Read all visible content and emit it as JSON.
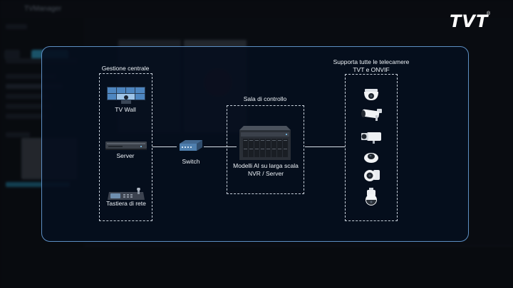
{
  "logo": {
    "text": "TVT",
    "mark": "®"
  },
  "background": {
    "title": "TVManager"
  },
  "groups": {
    "central": {
      "title": "Gestione centrale",
      "items": [
        {
          "label": "TV Wall",
          "icon": "tv-wall-icon"
        },
        {
          "label": "Server",
          "icon": "server-icon"
        },
        {
          "label": "Tastiera di rete",
          "icon": "keyboard-icon"
        }
      ]
    },
    "switch": {
      "label": "Switch",
      "icon": "switch-icon"
    },
    "control_room": {
      "title": "Sala di controllo",
      "device_label_line1": "Modelli AI su larga scala",
      "device_label_line2": "NVR / Server",
      "icon": "nvr-rack-icon"
    },
    "cameras": {
      "title_line1": "Supporta tutte le telecamere",
      "title_line2": "TVT e ONVIF",
      "items": [
        "dome-camera-icon",
        "bullet-camera-icon",
        "box-camera-icon",
        "fisheye-camera-icon",
        "turret-camera-icon",
        "ptz-camera-icon"
      ]
    }
  },
  "colors": {
    "panel_border": "#5d8fc4",
    "panel_bg": "#06101e",
    "line": "#d9e0e8"
  }
}
